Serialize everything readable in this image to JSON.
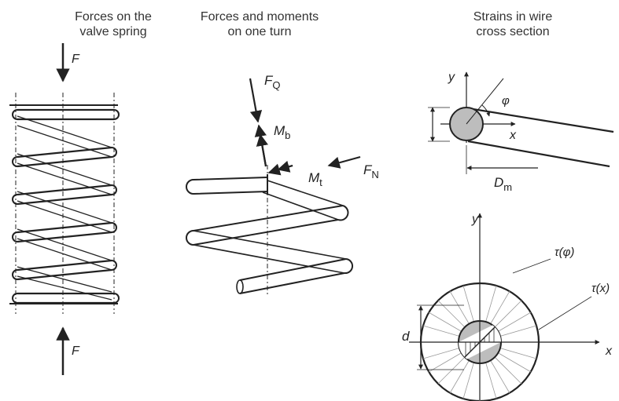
{
  "panels": {
    "valve_spring": {
      "title_line1": "Forces on the",
      "title_line2": "valve spring",
      "force_top": "F",
      "force_bottom": "F"
    },
    "one_turn": {
      "title_line1": "Forces and moments",
      "title_line2": "on one turn",
      "FQ_base": "F",
      "FQ_sub": "Q",
      "Mb_base": "M",
      "Mb_sub": "b",
      "Mt_base": "M",
      "Mt_sub": "t",
      "FN_base": "F",
      "FN_sub": "N"
    },
    "strains": {
      "title_line1": "Strains in wire",
      "title_line2": "cross section",
      "top_y": "y",
      "top_x": "x",
      "phi": "φ",
      "Dm_base": "D",
      "Dm_sub": "m",
      "bottom_y": "y",
      "bottom_x": "x",
      "tau_phi": "τ(φ)",
      "tau_x": "τ(x)",
      "d": "d"
    }
  },
  "colors": {
    "ink": "#222222",
    "section_fill": "#bdbdbd",
    "ring_fill": "#ffffff"
  }
}
